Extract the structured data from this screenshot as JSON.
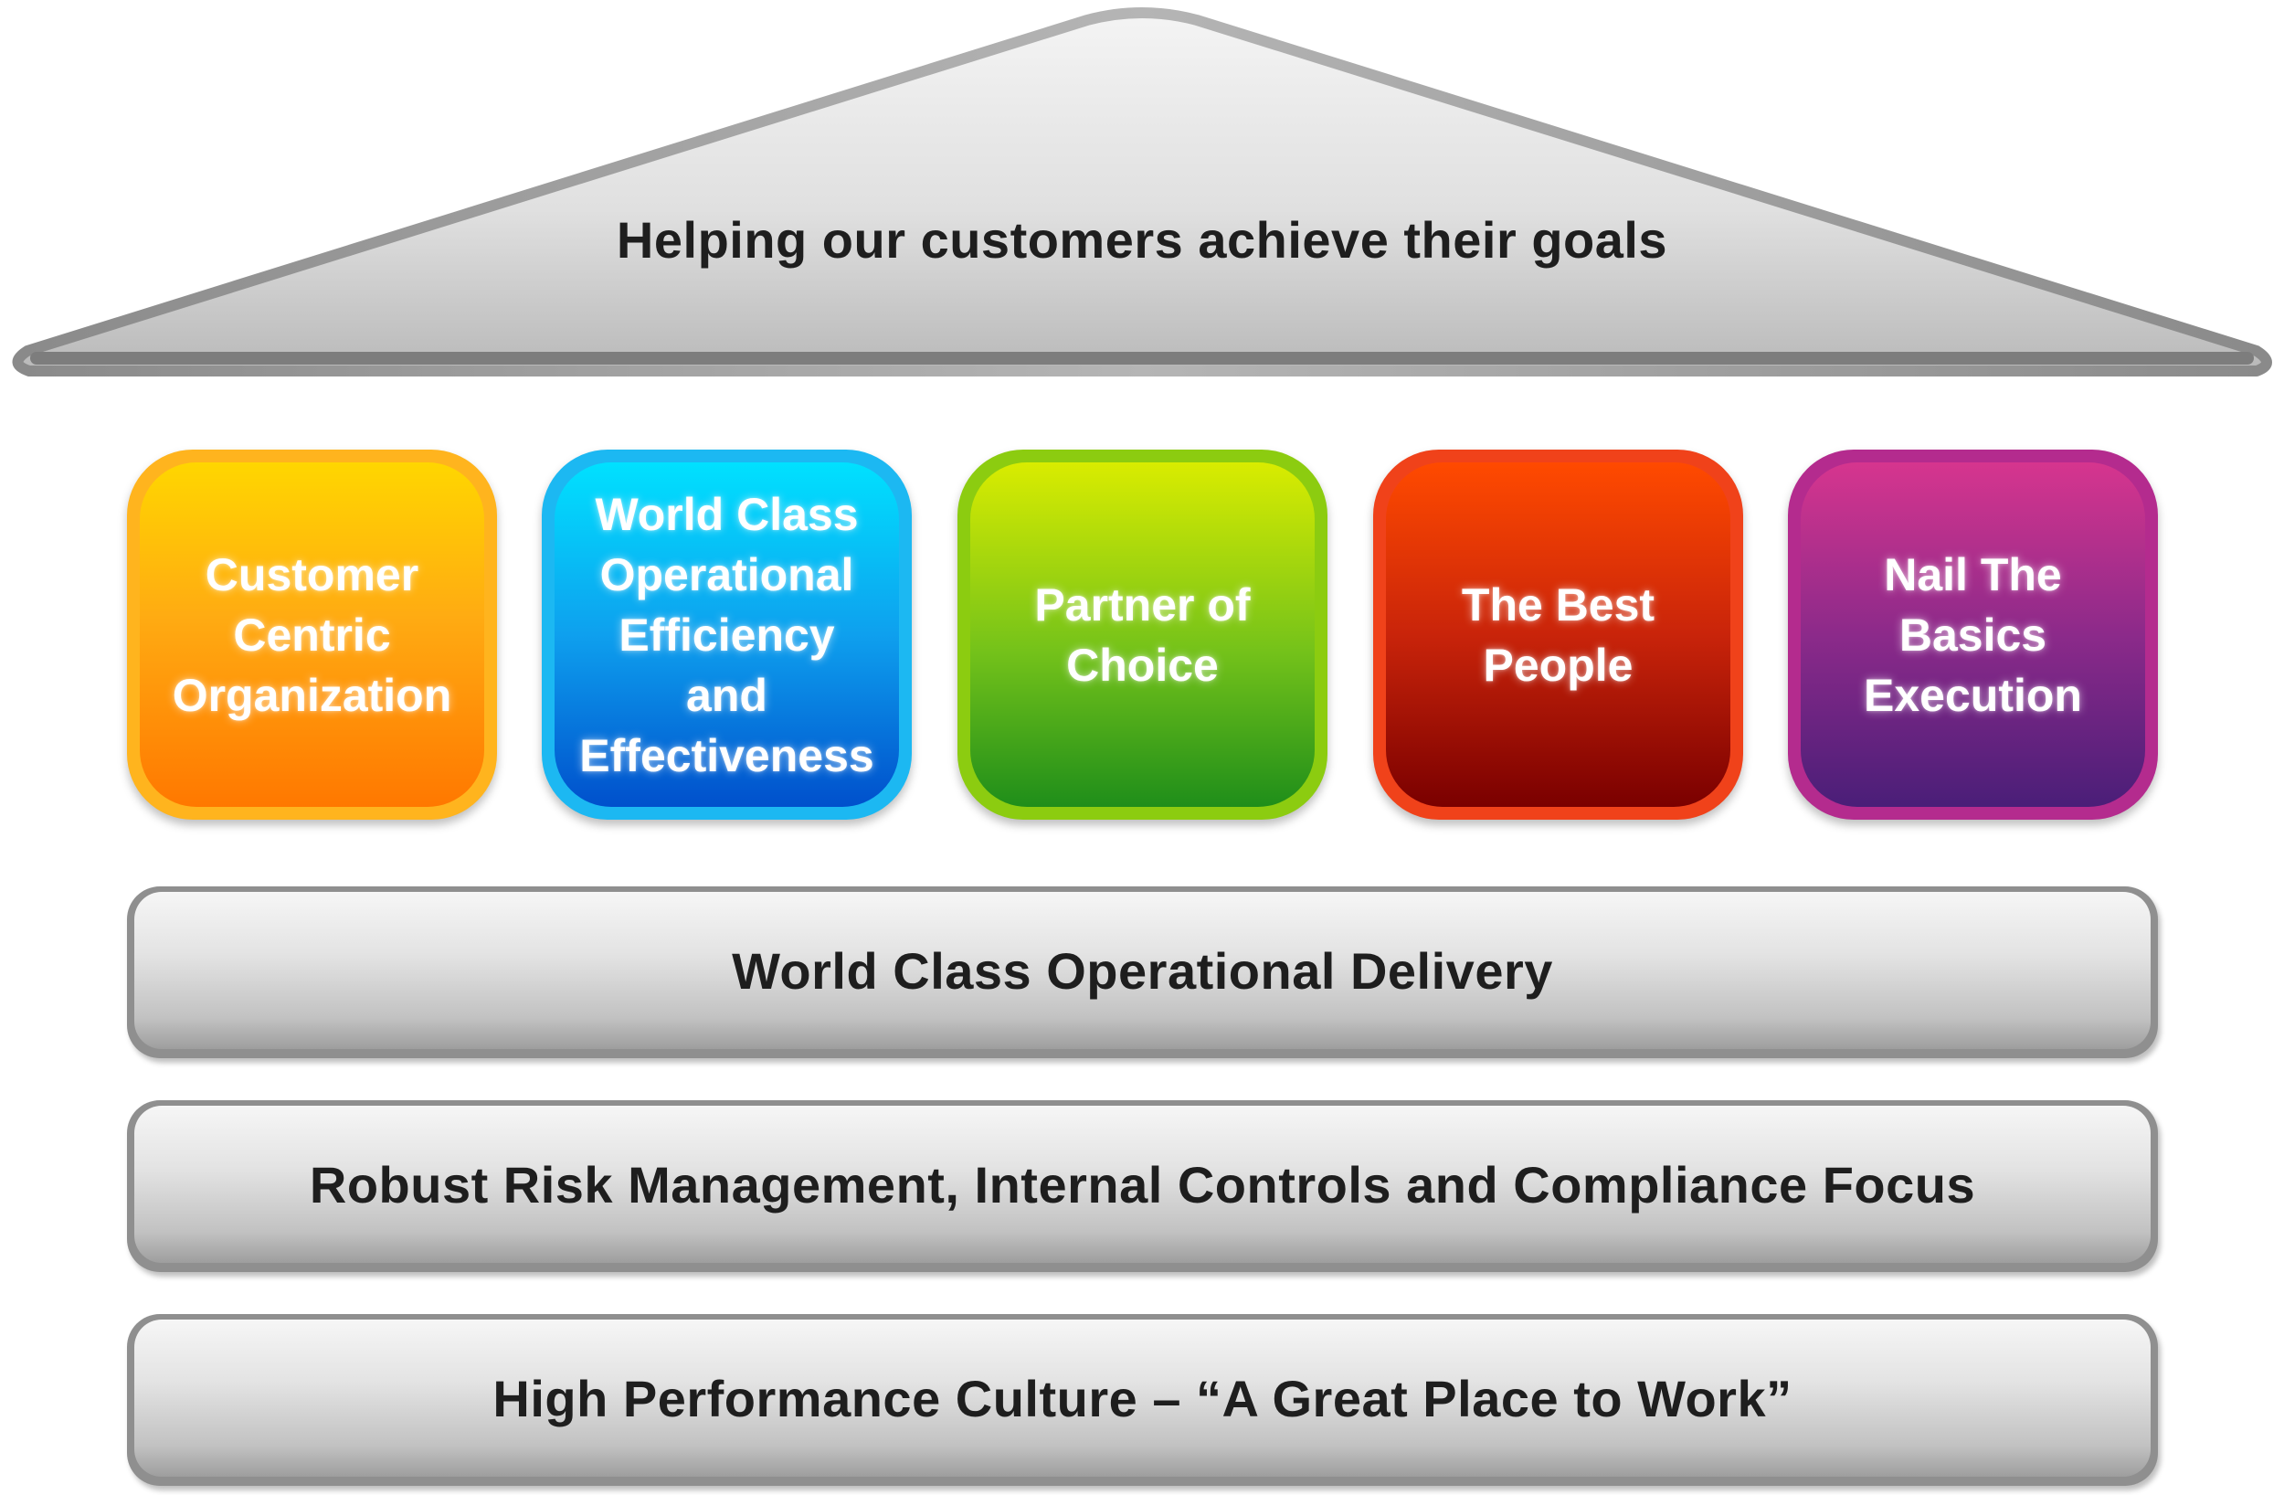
{
  "roof": {
    "title": "Helping our customers achieve their goals"
  },
  "pillars": [
    {
      "label": "Customer\nCentric\nOrganization",
      "color": "#ff9a0e"
    },
    {
      "label": "World Class\nOperational\nEfficiency and\nEffectiveness",
      "color": "#0a9ff0"
    },
    {
      "label": "Partner of\nChoice",
      "color": "#7ac41c"
    },
    {
      "label": "The Best\nPeople",
      "color": "#c8260c"
    },
    {
      "label": "Nail The\nBasics\nExecution",
      "color": "#8e2a8a"
    }
  ],
  "foundations": [
    {
      "label": "World Class Operational Delivery"
    },
    {
      "label": "Robust Risk Management, Internal Controls and Compliance Focus"
    },
    {
      "label": "High Performance Culture – “A Great Place to Work”"
    }
  ]
}
